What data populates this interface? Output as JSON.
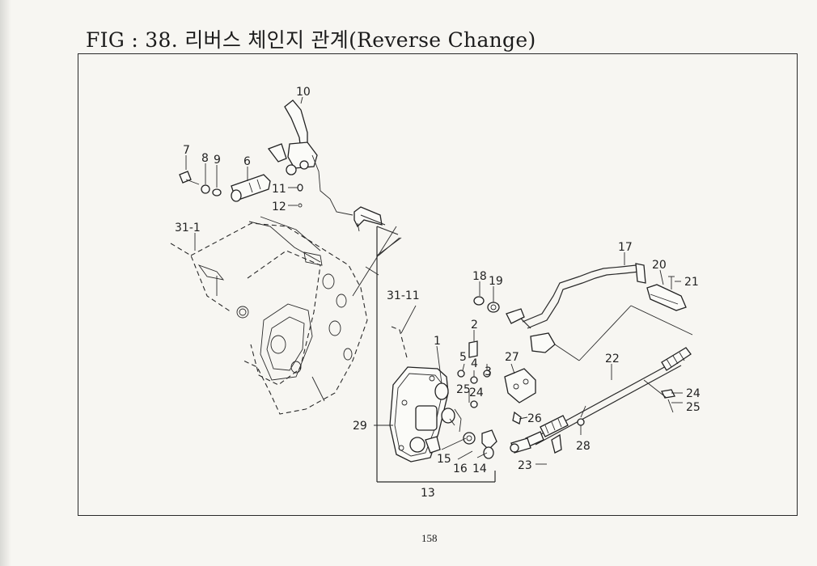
{
  "title": "FIG : 38. 리버스 체인지 관계(Reverse Change)",
  "page_number": "158",
  "callouts": {
    "c10": "10",
    "c7": "7",
    "c8": "8",
    "c9": "9",
    "c6": "6",
    "c11": "11",
    "c12": "12",
    "c31_1": "31-1",
    "c17": "17",
    "c20": "20",
    "c21": "21",
    "c18": "18",
    "c19": "19",
    "c31_11": "31-11",
    "c2": "2",
    "c1": "1",
    "c5": "5",
    "c4": "4",
    "c3": "3",
    "c27": "27",
    "c22": "22",
    "c25a": "25",
    "c24a": "24",
    "c24b": "24",
    "c25b": "25",
    "c26": "26",
    "c29": "29",
    "c15": "15",
    "c16": "16",
    "c14": "14",
    "c23": "23",
    "c28": "28",
    "c13": "13"
  }
}
